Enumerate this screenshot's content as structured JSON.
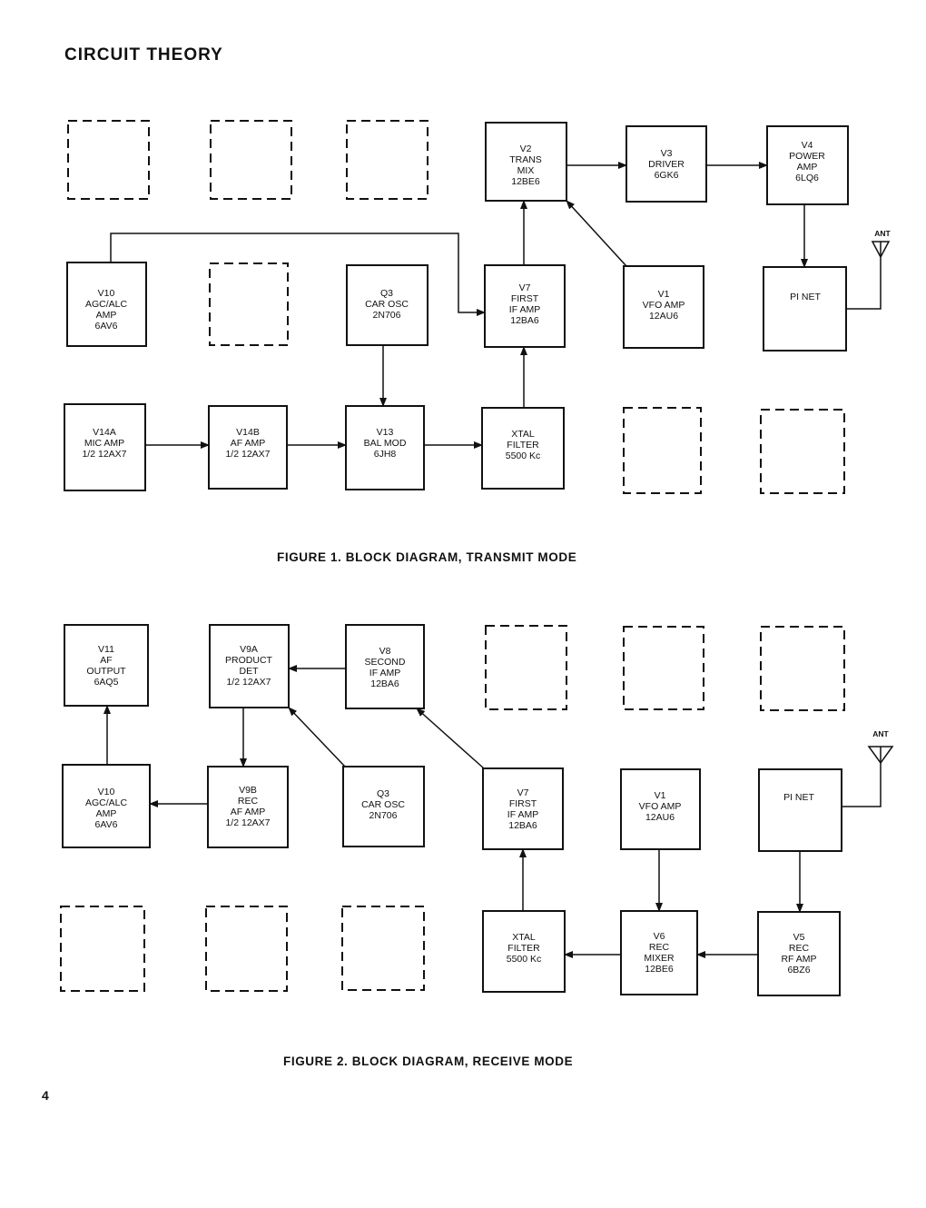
{
  "heading": "CIRCUIT THEORY",
  "page_number": "4",
  "figure1": {
    "caption": "FIGURE 1.  BLOCK DIAGRAM, TRANSMIT MODE",
    "blocks": {
      "v2": [
        "V2",
        "TRANS",
        "MIX",
        "12BE6"
      ],
      "v3": [
        "V3",
        "DRIVER",
        "6GK6"
      ],
      "v4": [
        "V4",
        "POWER",
        "AMP",
        "6LQ6"
      ],
      "v10": [
        "V10",
        "AGC/ALC",
        "AMP",
        "6AV6"
      ],
      "q3": [
        "Q3",
        "CAR OSC",
        "2N706"
      ],
      "v7": [
        "V7",
        "FIRST",
        "IF AMP",
        "12BA6"
      ],
      "v1": [
        "V1",
        "VFO AMP",
        "12AU6"
      ],
      "pinet": [
        "PI NET"
      ],
      "v14a": [
        "V14A",
        "MIC AMP",
        "1/2 12AX7"
      ],
      "v14b": [
        "V14B",
        "AF AMP",
        "1/2 12AX7"
      ],
      "v13": [
        "V13",
        "BAL MOD",
        "6JH8"
      ],
      "xtal": [
        "XTAL",
        "FILTER",
        "5500 Kc"
      ]
    },
    "antenna": "ANT"
  },
  "figure2": {
    "caption": "FIGURE 2.  BLOCK DIAGRAM, RECEIVE MODE",
    "blocks": {
      "v11": [
        "V11",
        "AF",
        "OUTPUT",
        "6AQ5"
      ],
      "v9a": [
        "V9A",
        "PRODUCT",
        "DET",
        "1/2 12AX7"
      ],
      "v8": [
        "V8",
        "SECOND",
        "IF AMP",
        "12BA6"
      ],
      "v10": [
        "V10",
        "AGC/ALC",
        "AMP",
        "6AV6"
      ],
      "v9b": [
        "V9B",
        "REC",
        "AF AMP",
        "1/2 12AX7"
      ],
      "q3": [
        "Q3",
        "CAR OSC",
        "2N706"
      ],
      "v7": [
        "V7",
        "FIRST",
        "IF AMP",
        "12BA6"
      ],
      "v1": [
        "V1",
        "VFO AMP",
        "12AU6"
      ],
      "pinet": [
        "PI NET"
      ],
      "xtal": [
        "XTAL",
        "FILTER",
        "5500 Kc"
      ],
      "v6": [
        "V6",
        "REC",
        "MIXER",
        "12BE6"
      ],
      "v5": [
        "V5",
        "REC",
        "RF AMP",
        "6BZ6"
      ]
    },
    "antenna": "ANT"
  }
}
